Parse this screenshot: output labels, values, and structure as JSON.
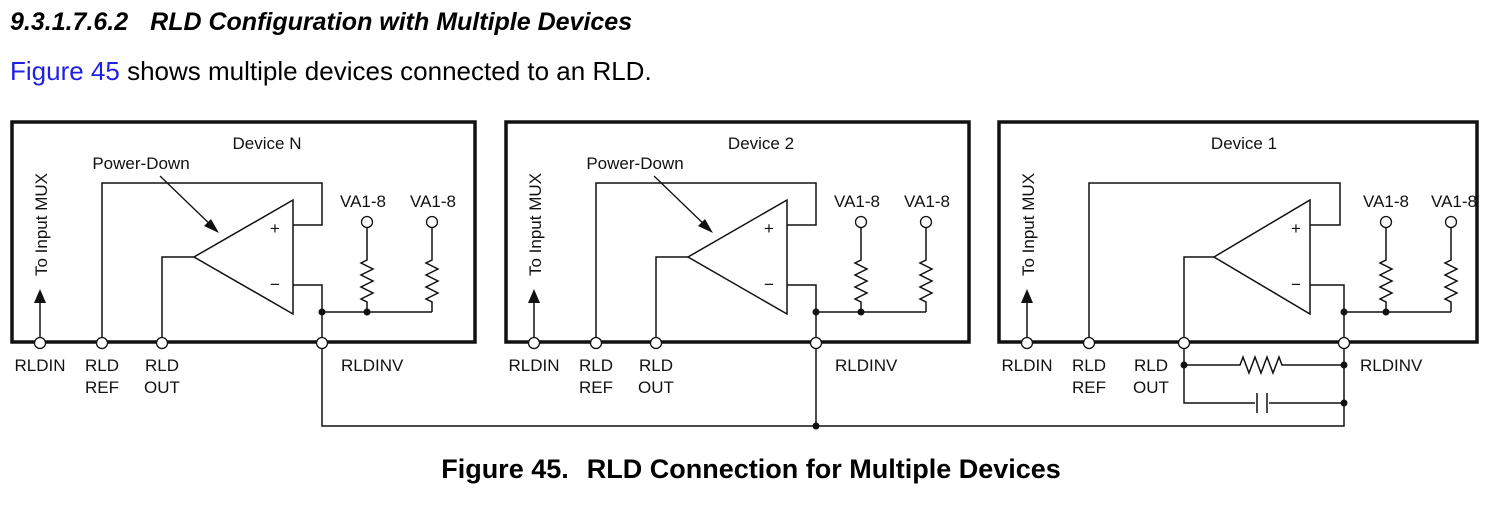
{
  "section": {
    "number": "9.3.1.7.6.2",
    "title": "RLD Configuration with Multiple Devices"
  },
  "intro": {
    "figure_ref": "Figure 45",
    "text": " shows multiple devices connected to an RLD."
  },
  "diagram": {
    "devices": [
      {
        "name": "Device N",
        "power_down": "Power-Down",
        "mux_label": "To Input MUX",
        "supply_1": "VA1-8",
        "supply_2": "VA1-8",
        "plus": "+",
        "minus": "−"
      },
      {
        "name": "Device 2",
        "power_down": "Power-Down",
        "mux_label": "To Input MUX",
        "supply_1": "VA1-8",
        "supply_2": "VA1-8",
        "plus": "+",
        "minus": "−"
      },
      {
        "name": "Device 1",
        "mux_label": "To Input MUX",
        "supply_1": "VA1-8",
        "supply_2": "VA1-8",
        "plus": "+",
        "minus": "−"
      }
    ],
    "pins": {
      "rldin": "RLDIN",
      "rld_ref_1": "RLD",
      "rld_ref_2": "REF",
      "rld_out_1": "RLD",
      "rld_out_2": "OUT",
      "rldinv": "RLDINV"
    }
  },
  "caption": {
    "figure": "Figure 45.",
    "title": "RLD Connection for Multiple Devices"
  }
}
